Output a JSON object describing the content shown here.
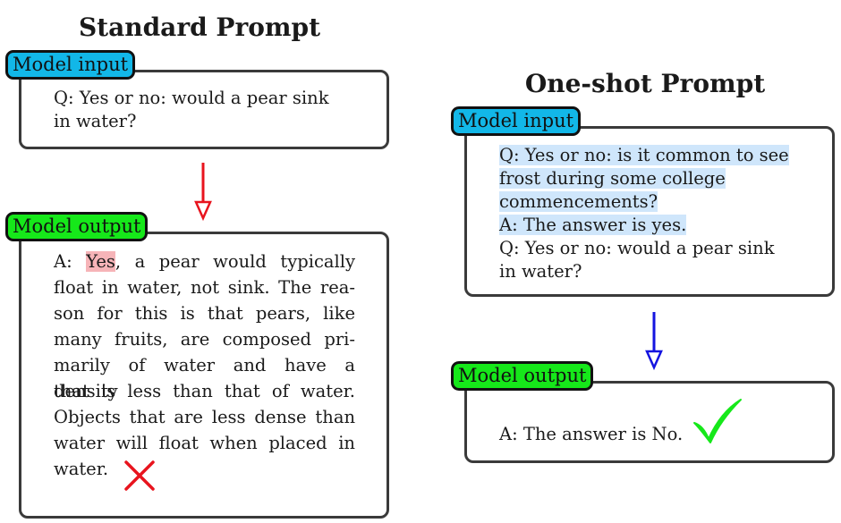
{
  "standard": {
    "title": "Standard Prompt",
    "input_tag": "Model input",
    "input_lines": [
      "Q: Yes or no: would a pear sink",
      "in water?"
    ],
    "output_tag": "Model output",
    "output": {
      "prefix": "A: ",
      "highlighted_word": "Yes",
      "first_line_rest": ", a pear would typically",
      "lines": [
        "float in water, not sink. The rea-",
        "son for this is that pears, like",
        "many fruits, are composed pri-",
        "marily of water and have a density",
        "that is less than that of water.",
        "Objects that are less dense than",
        "water will float when placed in"
      ],
      "last_line": "water."
    },
    "arrow_color": "#e8141e",
    "result_mark_color": "#e8141e"
  },
  "oneshot": {
    "title": "One-shot Prompt",
    "input_tag": "Model input",
    "example_lines": [
      "Q: Yes or no: is it common to see",
      "frost during some college",
      "commencements?",
      "A: The answer is yes."
    ],
    "question_lines": [
      "Q: Yes or no: would a pear sink",
      "in water?"
    ],
    "output_tag": "Model output",
    "answer": "A: The answer is No.",
    "arrow_color": "#1414e0",
    "check_color": "#16e81a"
  }
}
